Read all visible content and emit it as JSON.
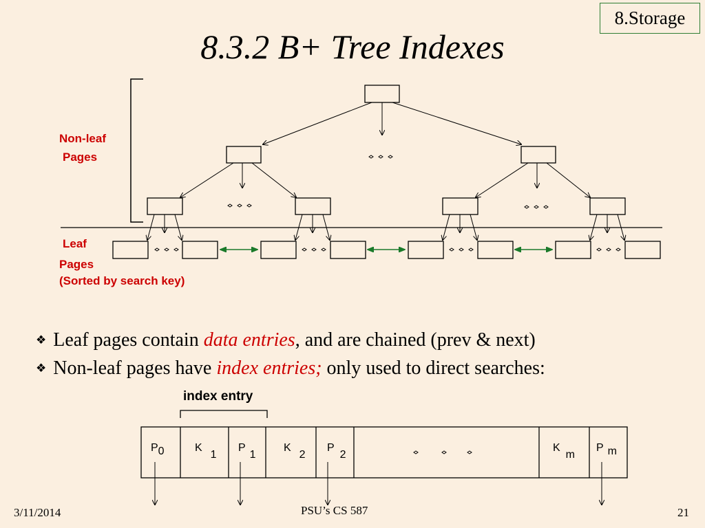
{
  "header": {
    "section_tag": "8.Storage",
    "title": "8.3.2 B+ Tree Indexes"
  },
  "diagram": {
    "nonleaf_label": [
      "Non-leaf",
      "Pages"
    ],
    "leaf_label": [
      "Leaf",
      "Pages",
      "(Sorted by search key)"
    ]
  },
  "bullets": [
    {
      "before": "Leaf pages contain ",
      "emphasis": "data entries",
      "after": ", and are chained (prev & next)"
    },
    {
      "before": "Non-leaf pages have ",
      "emphasis": "index entries;",
      "after": " only used to direct searches:"
    }
  ],
  "index_entry": {
    "label": "index entry",
    "cells": [
      {
        "main": "P",
        "sub": "0"
      },
      {
        "main": "K",
        "sub": "1"
      },
      {
        "main": "P",
        "sub": "1"
      },
      {
        "main": "K",
        "sub": "2"
      },
      {
        "main": "P",
        "sub": "2"
      },
      {
        "main": "",
        "sub": ""
      },
      {
        "main": "K",
        "sub": "m"
      },
      {
        "main": "P",
        "sub": "m"
      }
    ]
  },
  "footer": {
    "date": "3/11/2014",
    "course": "PSU’s CS 587",
    "page": "21"
  }
}
